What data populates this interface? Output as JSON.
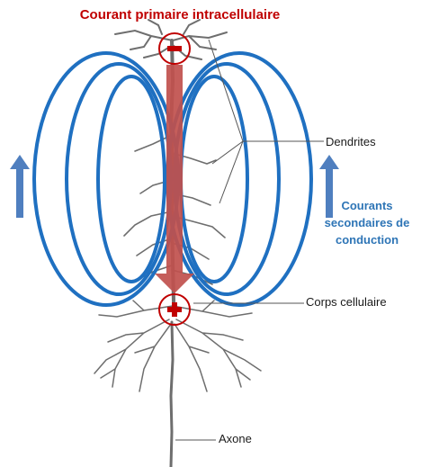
{
  "title": "Courant primaire intracellulaire",
  "labels": {
    "dendrites": "Dendrites",
    "cell_body": "Corps cellulaire",
    "axon": "Axone"
  },
  "secondary_currents": {
    "line1": "Courants",
    "line2": "secondaires de",
    "line3": "conduction"
  },
  "polarity": {
    "top": "-",
    "bottom": "+"
  },
  "colors": {
    "primary_current": "#c0504d",
    "title": "#c00000",
    "secondary_current": "#2e75b6",
    "loops": "#1f70c1",
    "side_arrows": "#4f7fbf",
    "neuron": "#6e6e6e"
  }
}
